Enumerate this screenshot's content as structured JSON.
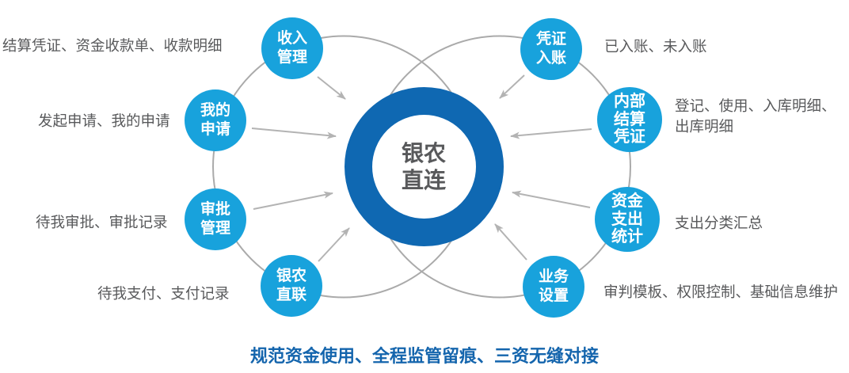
{
  "center": {
    "title": "银农\n直连"
  },
  "satellites": [
    {
      "id": "income-management",
      "text": "收入\n管理"
    },
    {
      "id": "my-application",
      "text": "我的\n申请"
    },
    {
      "id": "approval-management",
      "text": "审批\n管理"
    },
    {
      "id": "bank-agri-direct-link",
      "text": "银农\n直联"
    },
    {
      "id": "voucher-entry",
      "text": "凭证\n入账"
    },
    {
      "id": "internal-settlement-voucher",
      "text": "内部\n结算\n凭证"
    },
    {
      "id": "fund-expenditure-stats",
      "text": "资金\n支出\n统计"
    },
    {
      "id": "business-setting",
      "text": "业务\n设置"
    }
  ],
  "labels": [
    {
      "id": "income-detail",
      "text": "结算凭证、资金收款单、收款明细"
    },
    {
      "id": "my-application-detail",
      "text": "发起申请、我的申请"
    },
    {
      "id": "approval-detail",
      "text": "待我审批、审批记录"
    },
    {
      "id": "payment-detail",
      "text": "待我支付、支付记录"
    },
    {
      "id": "voucher-entry-detail",
      "text": "已入账、未入账"
    },
    {
      "id": "internal-settlement-detail",
      "text": "登记、使用、入库明细、\n出库明细"
    },
    {
      "id": "expenditure-detail",
      "text": "支出分类汇总"
    },
    {
      "id": "business-setting-detail",
      "text": "审判模板、权限控制、基础信息维护"
    }
  ],
  "footer": {
    "text": "规范资金使用、全程监管留痕、三资无缝对接"
  },
  "colors": {
    "satellite_blue": "#18a2dc",
    "ring_blue": "#0f68b2",
    "footer_blue": "#1465ad",
    "text_gray": "#58595b",
    "line_gray": "#aaaaaa",
    "arrow_gray": "#b3b3b3"
  }
}
